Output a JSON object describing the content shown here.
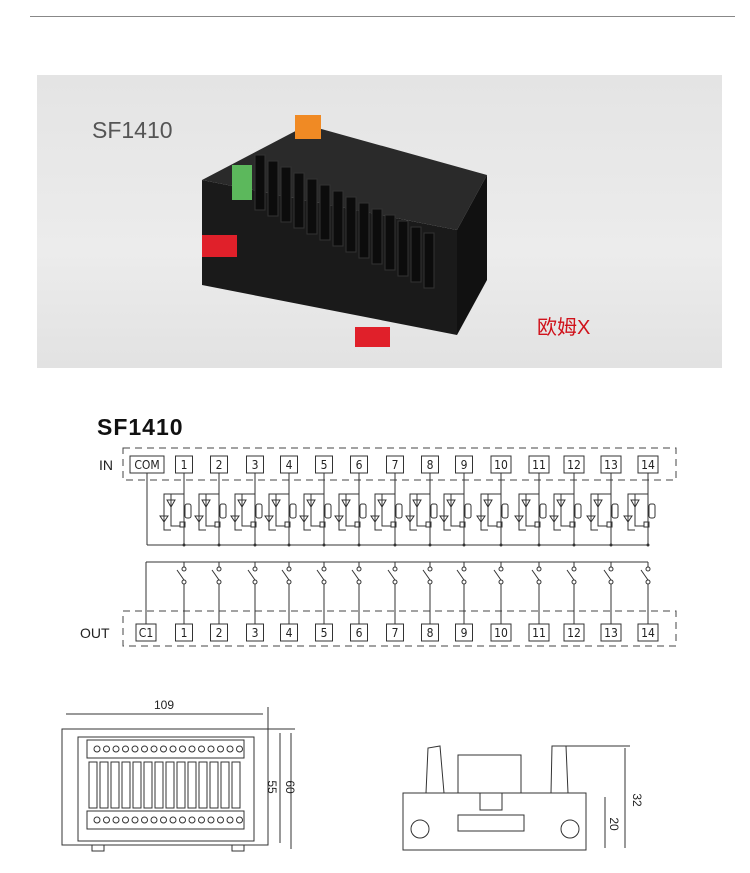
{
  "photo": {
    "model": "SF1410",
    "brand": "欧姆X"
  },
  "schematic": {
    "title": "SF1410",
    "in_label": "IN",
    "out_label": "OUT",
    "in_common": "COM",
    "out_common": "C1",
    "channels": [
      "1",
      "2",
      "3",
      "4",
      "5",
      "6",
      "7",
      "8",
      "9",
      "10",
      "11",
      "12",
      "13",
      "14"
    ]
  },
  "dimensions": {
    "width": "109",
    "height_inner": "55",
    "height_outer": "60",
    "side_height": "32",
    "side_base": "20"
  }
}
